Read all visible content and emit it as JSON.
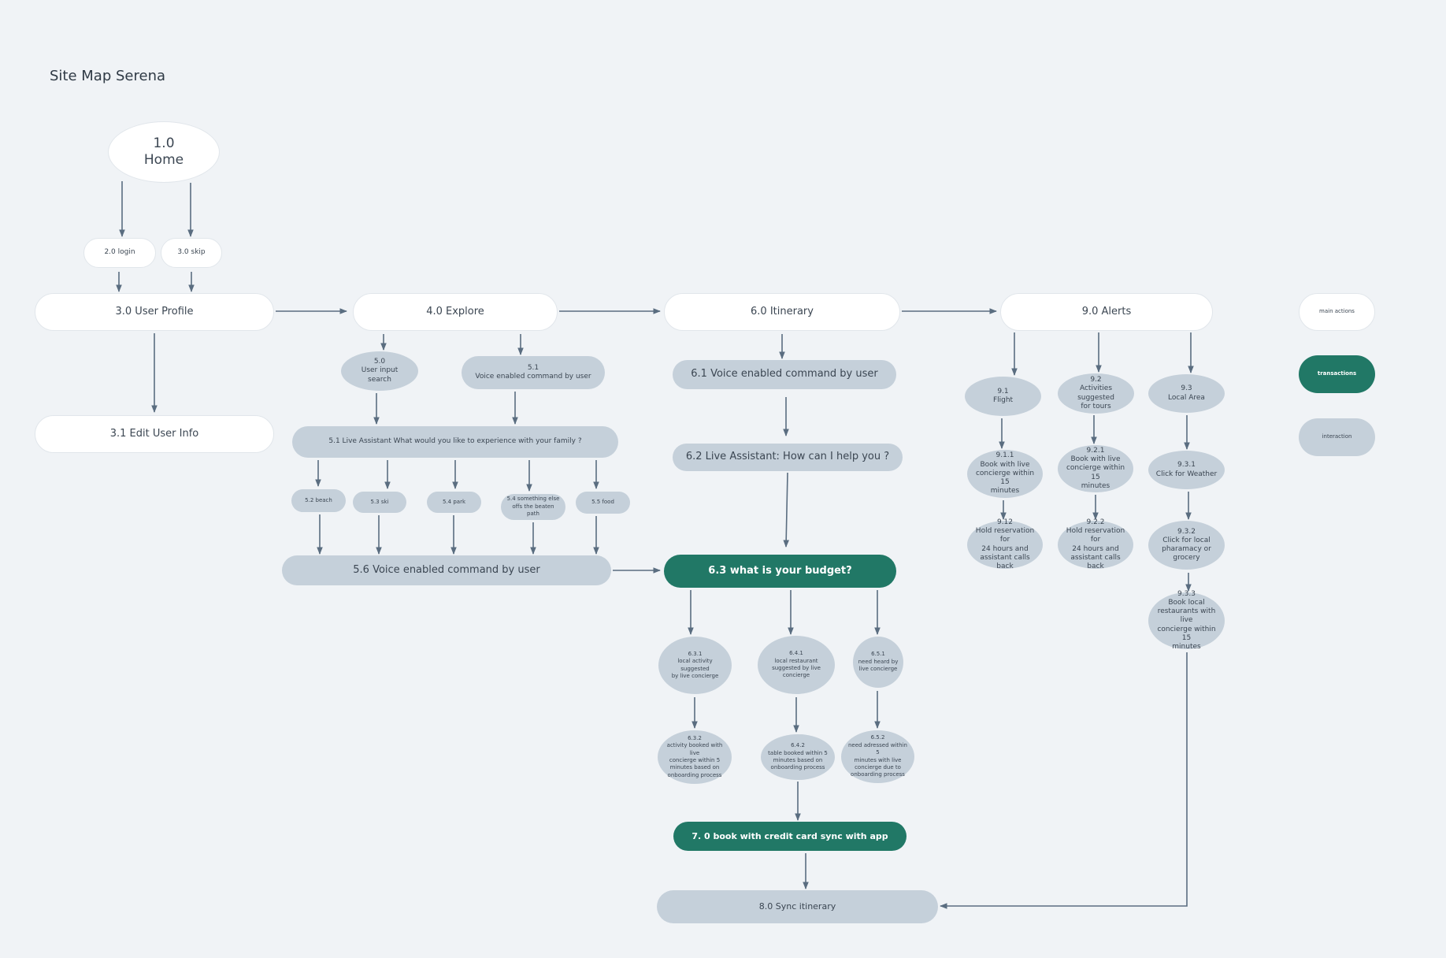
{
  "title": "Site Map Serena",
  "legend": {
    "main": "main actions",
    "transaction": "transactions",
    "interaction": "interaction"
  },
  "colors": {
    "background": "#f0f3f6",
    "main": "#ffffff",
    "interaction": "#c5d0da",
    "transaction": "#217866",
    "edge": "#5a6d80"
  },
  "nodes": {
    "home": "1.0\nHome",
    "login": "2.0 login",
    "skip": "3.0 skip",
    "user_profile": "3.0 User Profile",
    "edit_user_info": "3.1 Edit User Info",
    "explore": "4.0 Explore",
    "user_input_search": "5.0\nUser input\nsearch",
    "voice_5_1": "5.1\nVoice enabled command by user",
    "live_assistant_5_1": "5.1  Live Assistant  What would you like to experience with your family ?",
    "beach": "5.2  beach",
    "ski": "5.3  ski",
    "park": "5.4  park",
    "off_path": "5.4 something else\noffs the beaten path",
    "food": "5.5 food",
    "voice_5_6": "5.6 Voice enabled command by user",
    "itinerary": "6.0 Itinerary",
    "voice_6_1": "6.1  Voice enabled command by user",
    "live_assistant_6_2": "6.2  Live Assistant: How can I help you ?",
    "budget": "6.3  what is your budget?",
    "n6_3_1": "6.3.1\nlocal activity suggested\nby live concierge",
    "n6_4_1": "6.4.1\nlocal restaurant\nsuggested by live\nconcierge",
    "n6_5_1": "6.5.1\nneed heard by\nlive concierge",
    "n6_3_2": "6.3.2\nactivity booked with live\nconcierge within 5\nminutes based on\nonboarding process",
    "n6_4_2": "6.4.2\ntable booked within 5\nminutes  based on\nonboarding process",
    "n6_5_2": "6.5.2\nneed adressed within 5\nminutes with live\nconcierge due to\nonboarding process",
    "credit_card": "7. 0 book with credit card sync with app",
    "sync_itinerary": "8.0 Sync itinerary",
    "alerts": "9.0 Alerts",
    "flight": "9.1\nFlight",
    "activities": "9.2\nActivities suggested\nfor tours",
    "local_area": "9.3\nLocal Area",
    "n9_1_1": "9.1.1\nBook with live\nconcierge within 15\nminutes",
    "n9_2_1": "9.2.1\nBook with live\nconcierge within 15\nminutes",
    "weather": "9.3.1\nClick for Weather",
    "n9_12": "9.12\nHold reservation for\n24 hours  and\nassistant calls back",
    "n9_2_2": "9.2.2\nHold reservation for\n24 hours  and\nassistant calls back",
    "pharmacy": "9.3.2\nClick for local\npharamacy or\ngrocery",
    "restaurants": "9.3.3\nBook local\nrestaurants with live\nconcierge within 15\nminutes"
  }
}
